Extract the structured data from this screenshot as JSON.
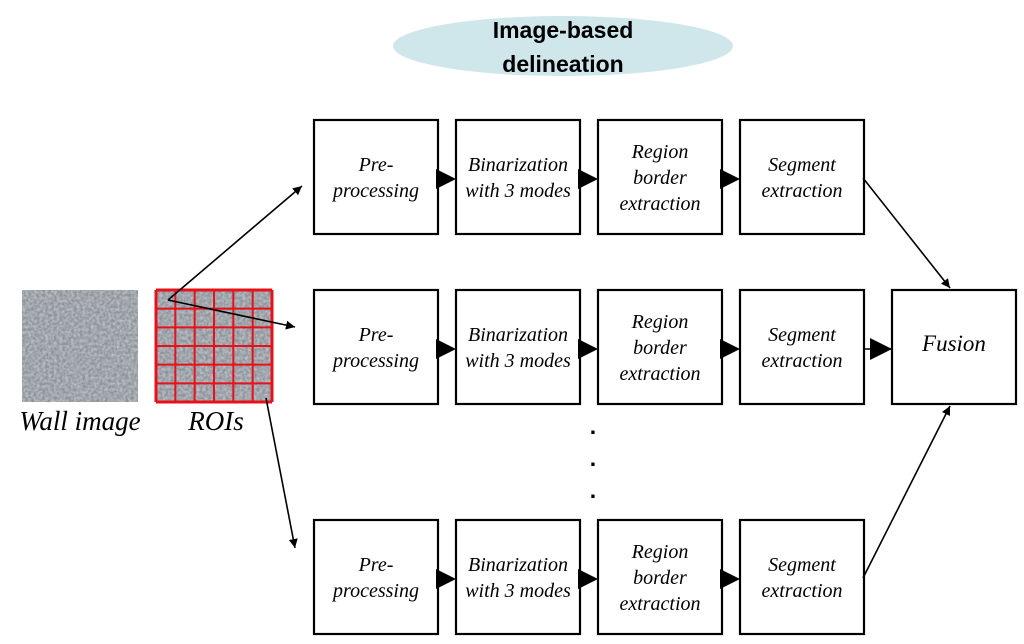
{
  "title": {
    "line1": "Image-based",
    "line2": "delineation",
    "color": "#cfe6ea"
  },
  "images": {
    "wall_label": "Wall image",
    "roi_label": "ROIs",
    "roi_grid_color": "#e8111a",
    "wall_color": "#8a9096"
  },
  "pipelines": [
    {
      "steps": [
        {
          "lines": [
            "Pre-",
            "processing"
          ]
        },
        {
          "lines": [
            "Binarization",
            "with 3 modes"
          ]
        },
        {
          "lines": [
            "Region",
            "border",
            "extraction"
          ]
        },
        {
          "lines": [
            "Segment",
            "extraction"
          ]
        }
      ]
    },
    {
      "steps": [
        {
          "lines": [
            "Pre-",
            "processing"
          ]
        },
        {
          "lines": [
            "Binarization",
            "with 3 modes"
          ]
        },
        {
          "lines": [
            "Region",
            "border",
            "extraction"
          ]
        },
        {
          "lines": [
            "Segment",
            "extraction"
          ]
        }
      ]
    },
    {
      "steps": [
        {
          "lines": [
            "Pre-",
            "processing"
          ]
        },
        {
          "lines": [
            "Binarization",
            "with 3 modes"
          ]
        },
        {
          "lines": [
            "Region",
            "border",
            "extraction"
          ]
        },
        {
          "lines": [
            "Segment",
            "extraction"
          ]
        }
      ]
    }
  ],
  "fusion": {
    "label": "Fusion"
  },
  "ellipsis": ".",
  "icons": {
    "arrowhead": "arrowhead-icon"
  }
}
